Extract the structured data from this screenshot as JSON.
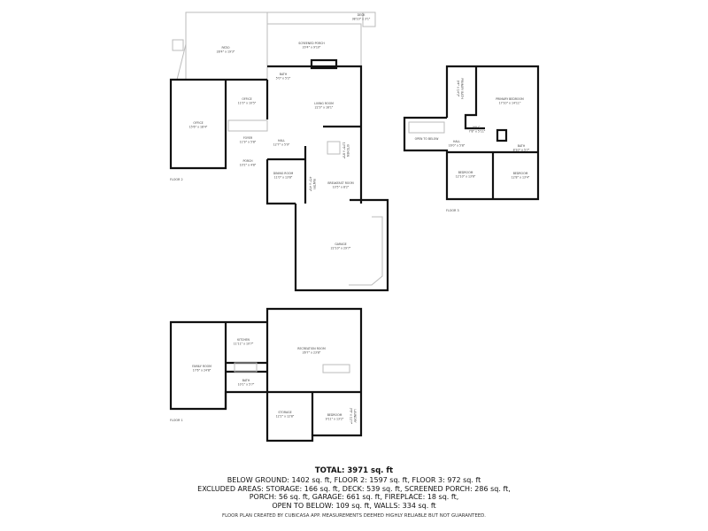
{
  "floors": {
    "floor2": {
      "label": "FLOOR 2",
      "rooms": [
        {
          "name": "DECK",
          "size": "38'10\" x 3'1\""
        },
        {
          "name": "PATIO",
          "size": "28'4\" x 19'3\""
        },
        {
          "name": "SCREENED PORCH",
          "size": "20'4\" x 9'10\""
        },
        {
          "name": "BATH",
          "size": "5'0\" x 5'2\""
        },
        {
          "name": "OFFICE",
          "size": "11'0\" x 10'5\""
        },
        {
          "name": "OFFICE",
          "size": "15'6\" x 18'4\""
        },
        {
          "name": "LIVING ROOM",
          "size": "22'3\" x 16'1\""
        },
        {
          "name": "FOYER",
          "size": "11'9\" x 5'8\""
        },
        {
          "name": "HALL",
          "size": "12'7\" x 5'9\""
        },
        {
          "name": "PORCH",
          "size": "10'2\" x 4'8\""
        },
        {
          "name": "DINING ROOM",
          "size": "11'0\" x 13'8\""
        },
        {
          "name": "KITCHEN",
          "size": "13'6\" x 8'0\""
        },
        {
          "name": "BREAKFAST ROOM",
          "size": "10'5\" x 8'2\""
        },
        {
          "name": "PANTRY",
          "size": "4'5\" x 4'0\""
        },
        {
          "name": "GARAGE",
          "size": "22'10\" x 29'7\""
        }
      ]
    },
    "floor3": {
      "label": "FLOOR 3",
      "rooms": [
        {
          "name": "PRIMARY BEDROOM",
          "size": "17'10\" x 14'11\""
        },
        {
          "name": "PRIMARY BATH",
          "size": "9'4\" x 14'3\""
        },
        {
          "name": "W.I.C.",
          "size": "7'8\" x 5'11\""
        },
        {
          "name": "OPEN TO BELOW",
          "size": ""
        },
        {
          "name": "HALL",
          "size": "16'0\" x 5'8\""
        },
        {
          "name": "BATH",
          "size": "8'10\" x 5'7\""
        },
        {
          "name": "BEDROOM",
          "size": "12'10\" x 13'6\""
        },
        {
          "name": "BEDROOM",
          "size": "12'8\" x 13'4\""
        }
      ]
    },
    "floor1": {
      "label": "FLOOR 1",
      "rooms": [
        {
          "name": "KITCHEN",
          "size": "11'11\" x 10'7\""
        },
        {
          "name": "RECREATION ROOM",
          "size": "26'7\" x 23'8\""
        },
        {
          "name": "FAMILY ROOM",
          "size": "17'6\" x 24'8\""
        },
        {
          "name": "BATH",
          "size": "10'1\" x 5'7\""
        },
        {
          "name": "STORAGE",
          "size": "12'2\" x 12'8\""
        },
        {
          "name": "BEDROOM",
          "size": "9'11\" x 13'2\""
        },
        {
          "name": "LAUNDRY",
          "size": "3'6\" x 11'7\""
        }
      ]
    }
  },
  "summary": {
    "total": "TOTAL: 3971 sq. ft",
    "line1": "BELOW GROUND: 1402 sq. ft, FLOOR 2: 1597 sq. ft, FLOOR 3: 972 sq. ft",
    "line2": "EXCLUDED AREAS: STORAGE: 166 sq. ft, DECK: 539 sq. ft, SCREENED PORCH: 286 sq. ft,",
    "line3": "PORCH: 56 sq. ft, GARAGE: 661 sq. ft, FIREPLACE: 18 sq. ft,",
    "line4": "OPEN TO BELOW: 109 sq. ft, WALLS: 334 sq. ft"
  },
  "credit": "FLOOR PLAN CREATED BY CUBICASA APP. MEASUREMENTS DEEMED HIGHLY RELIABLE BUT NOT GUARANTEED."
}
